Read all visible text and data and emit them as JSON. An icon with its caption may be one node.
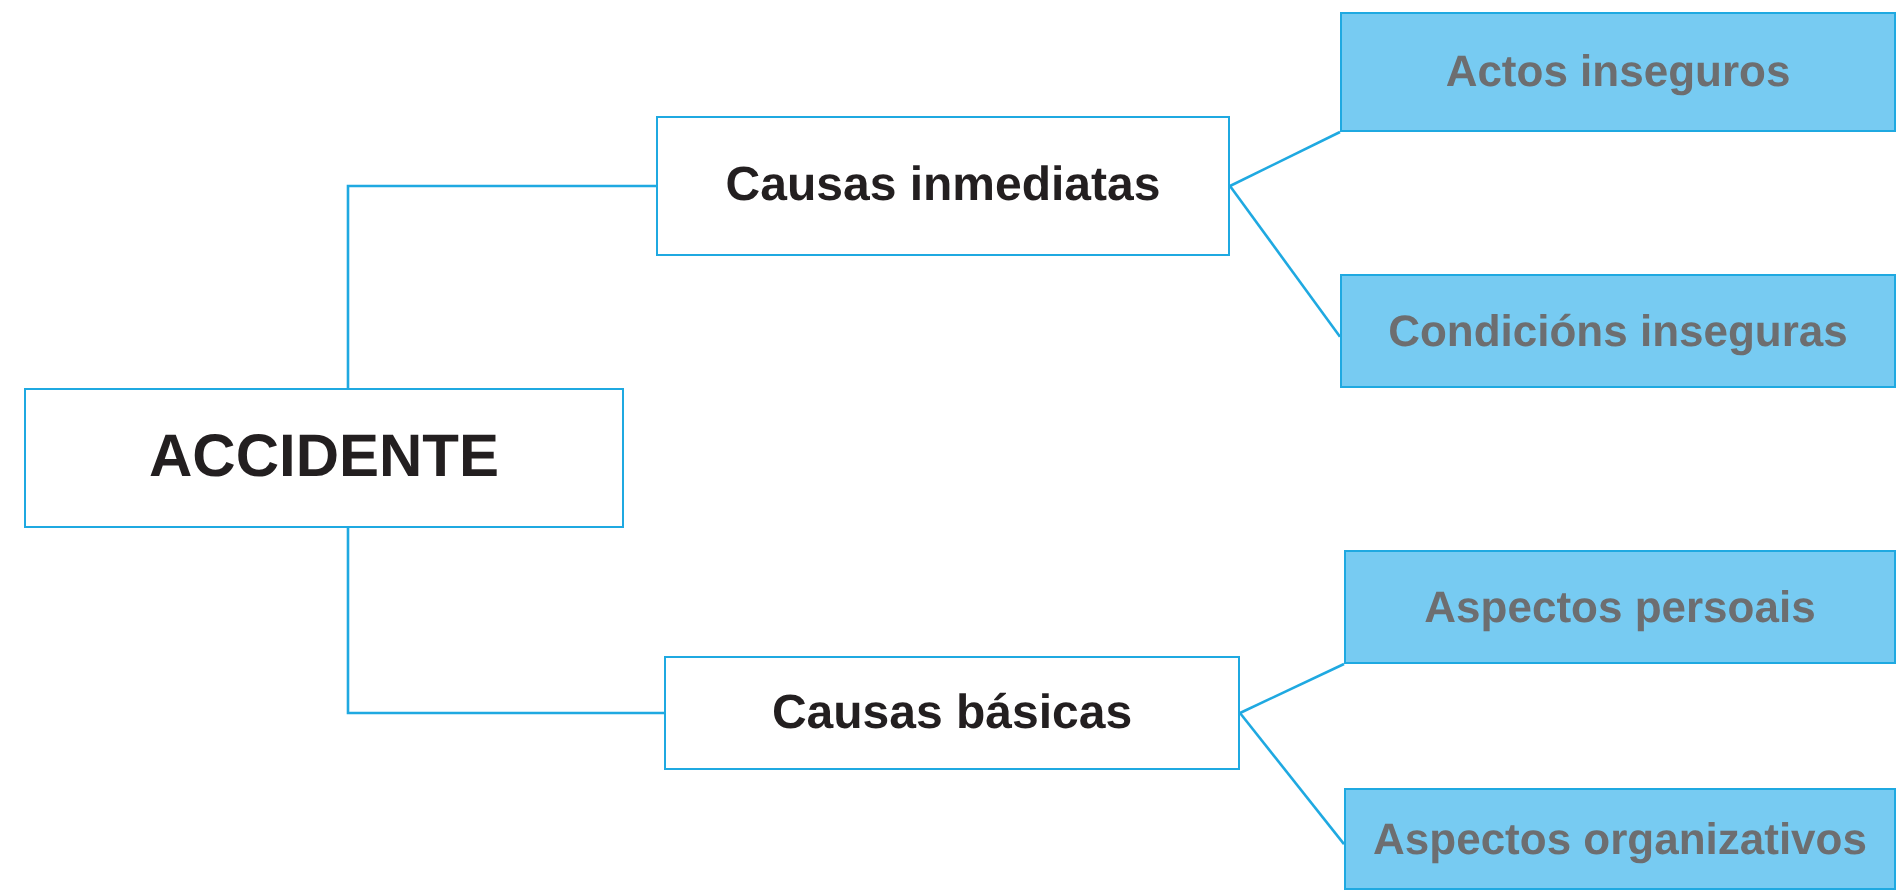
{
  "diagram": {
    "nodes": [
      {
        "text": [
          "ACCIDENTE"
        ]
      },
      {
        "text": [
          "Causas inmediatas"
        ]
      },
      {
        "text": [
          "Actos inseguros"
        ]
      },
      {
        "text": [
          "Condicións inseguras"
        ]
      },
      {
        "text": [
          "Causas básicas"
        ]
      },
      {
        "text": [
          "Aspectos persoais"
        ]
      },
      {
        "text": [
          "Aspectos organizativos"
        ]
      }
    ],
    "edges": [
      {
        "from": 0,
        "to": 1,
        "arrow": "none"
      },
      {
        "from": 1,
        "to": 2,
        "arrow": "none"
      },
      {
        "from": 1,
        "to": 3,
        "arrow": "none"
      },
      {
        "from": 0,
        "to": 4,
        "arrow": "none"
      },
      {
        "from": 4,
        "to": 5,
        "arrow": "none"
      },
      {
        "from": 4,
        "to": 6,
        "arrow": "none"
      }
    ]
  }
}
